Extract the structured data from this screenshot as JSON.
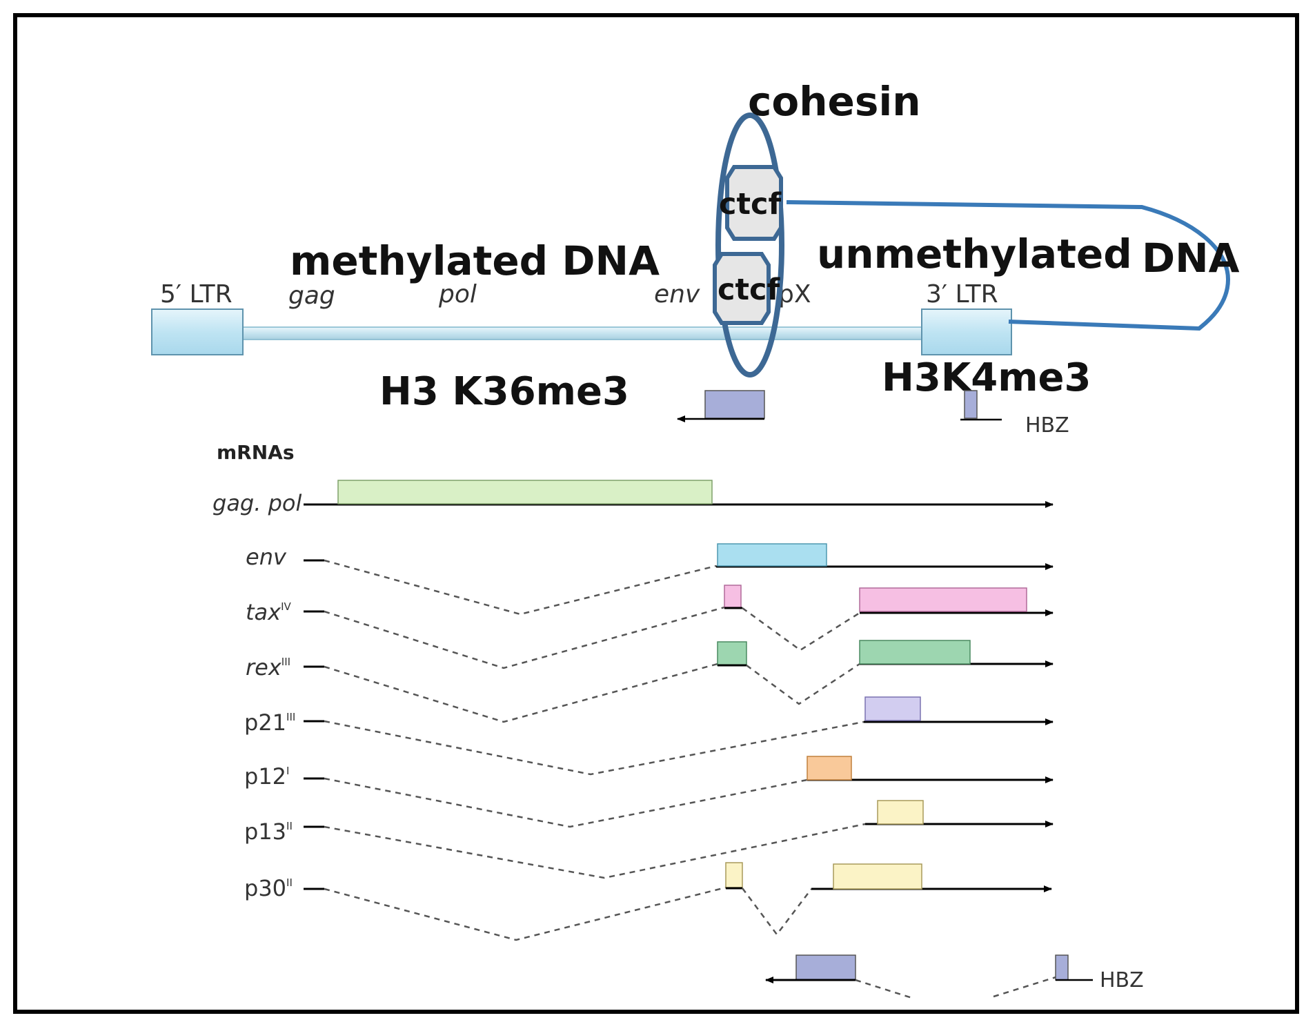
{
  "labels": {
    "cohesin": "cohesin",
    "ctcf_top": "ctcf",
    "ctcf_bottom": "ctcf",
    "methylated_dna": "methylated DNA",
    "unmethylated": "unmethylated",
    "dna": "DNA",
    "h3k36": "H3 K36me3",
    "h3k4": "H3K4me3",
    "hbz_top": "HBZ",
    "hbz_bottom": "HBZ",
    "mrnas_header": "mRNAs"
  },
  "genome": {
    "ltr5": "5′ LTR",
    "ltr3": "3′ LTR",
    "gag": "gag",
    "pol": "pol",
    "env": "env",
    "px": "pX"
  },
  "mrnas": [
    {
      "name": "gag. pol",
      "sup": ""
    },
    {
      "name": "env",
      "sup": ""
    },
    {
      "name": "tax",
      "sup": "IV"
    },
    {
      "name": "rex",
      "sup": "III"
    },
    {
      "name": "p21",
      "sup": "III"
    },
    {
      "name": "p12",
      "sup": "I"
    },
    {
      "name": "p13",
      "sup": "II"
    },
    {
      "name": "p30",
      "sup": "II"
    }
  ],
  "colors": {
    "cohesin_ring": "#3d6894",
    "ctcf_fill": "#e6e6e6",
    "dna_loop": "#3a7ab8",
    "ltr_fill": "#bfe4f3",
    "genome_bar": "#cfe8f3",
    "gagpol_exon": "#d9f0c6",
    "env_exon": "#aadff0",
    "tax_exon": "#f6bfe3",
    "rex_exon": "#9dd6b0",
    "p21_exon": "#d2cdf0",
    "p12_exon": "#f9c99a",
    "p13_exon": "#fbf3c6",
    "hbz_exon": "#a7aed9"
  }
}
